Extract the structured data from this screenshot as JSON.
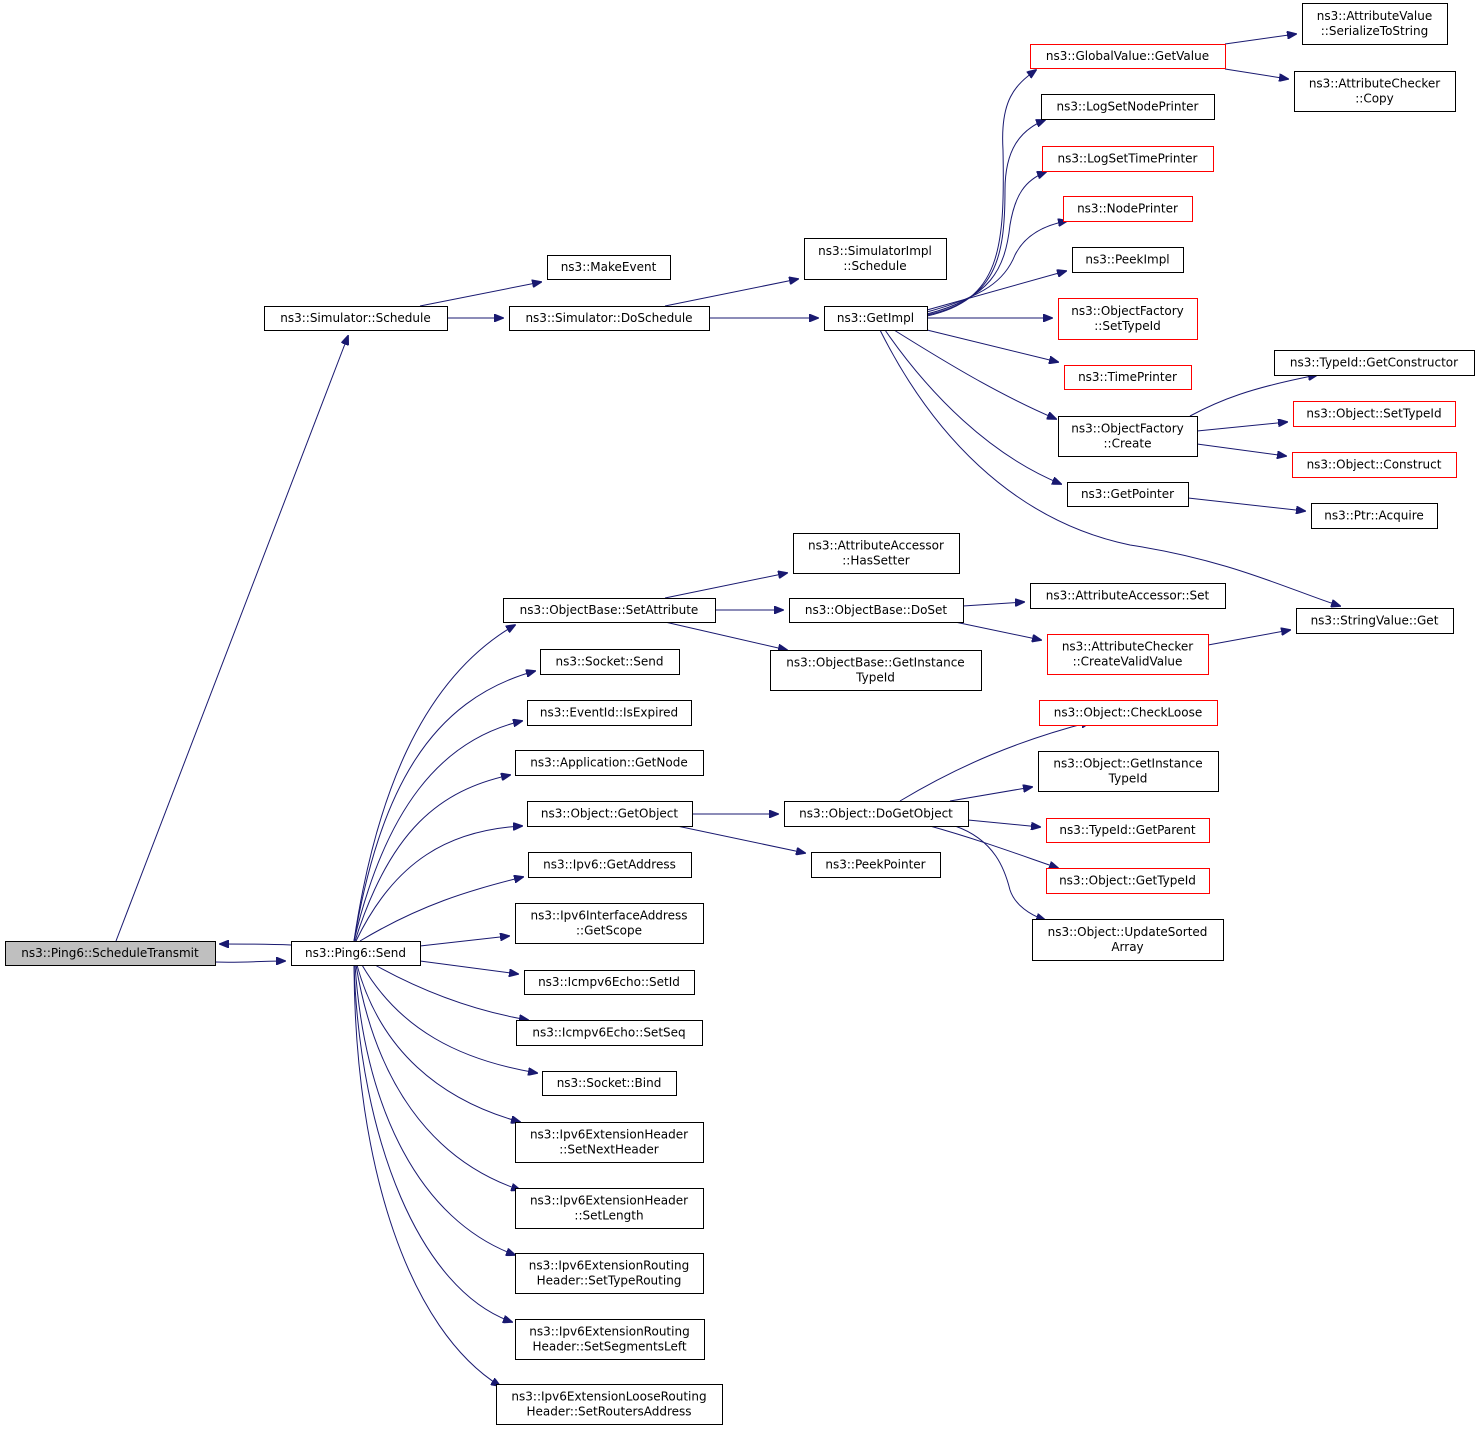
{
  "colors": {
    "edge": "#191970",
    "border": "#000000",
    "border_red": "#ff0000",
    "root_fill": "#bfbfbf",
    "background": "#ffffff"
  },
  "nodes": {
    "schedule_transmit": {
      "lines": [
        "ns3::Ping6::ScheduleTransmit"
      ],
      "root": true
    },
    "ping6_send": {
      "lines": [
        "ns3::Ping6::Send"
      ]
    },
    "simulator_schedule": {
      "lines": [
        "ns3::Simulator::Schedule"
      ]
    },
    "make_event": {
      "lines": [
        "ns3::MakeEvent"
      ]
    },
    "simulator_doschedule": {
      "lines": [
        "ns3::Simulator::DoSchedule"
      ]
    },
    "simulatorimpl_schedule": {
      "lines": [
        "ns3::SimulatorImpl",
        "::Schedule"
      ]
    },
    "get_impl": {
      "lines": [
        "ns3::GetImpl"
      ]
    },
    "globalvalue_getvalue": {
      "lines": [
        "ns3::GlobalValue::GetValue"
      ],
      "red": true
    },
    "attributevalue_serialize": {
      "lines": [
        "ns3::AttributeValue",
        "::SerializeToString"
      ]
    },
    "attributechecker_copy": {
      "lines": [
        "ns3::AttributeChecker",
        "::Copy"
      ]
    },
    "logsetnodeprinter": {
      "lines": [
        "ns3::LogSetNodePrinter"
      ]
    },
    "logsettimeprinter": {
      "lines": [
        "ns3::LogSetTimePrinter"
      ],
      "red": true
    },
    "nodeprinter": {
      "lines": [
        "ns3::NodePrinter"
      ],
      "red": true
    },
    "peekimpl": {
      "lines": [
        "ns3::PeekImpl"
      ]
    },
    "objectfactory_settypeid": {
      "lines": [
        "ns3::ObjectFactory",
        "::SetTypeId"
      ],
      "red": true
    },
    "timeprinter": {
      "lines": [
        "ns3::TimePrinter"
      ],
      "red": true
    },
    "objectfactory_create": {
      "lines": [
        "ns3::ObjectFactory",
        "::Create"
      ]
    },
    "typeid_getconstructor": {
      "lines": [
        "ns3::TypeId::GetConstructor"
      ]
    },
    "object_settypeid": {
      "lines": [
        "ns3::Object::SetTypeId"
      ],
      "red": true
    },
    "object_construct": {
      "lines": [
        "ns3::Object::Construct"
      ],
      "red": true
    },
    "getpointer": {
      "lines": [
        "ns3::GetPointer"
      ]
    },
    "ptr_acquire": {
      "lines": [
        "ns3::Ptr::Acquire"
      ]
    },
    "stringvalue_get": {
      "lines": [
        "ns3::StringValue::Get"
      ]
    },
    "attributeaccessor_hassetter": {
      "lines": [
        "ns3::AttributeAccessor",
        "::HasSetter"
      ]
    },
    "objectbase_setattribute": {
      "lines": [
        "ns3::ObjectBase::SetAttribute"
      ]
    },
    "objectbase_doset": {
      "lines": [
        "ns3::ObjectBase::DoSet"
      ]
    },
    "attributeaccessor_set": {
      "lines": [
        "ns3::AttributeAccessor::Set"
      ]
    },
    "attributechecker_createvalidvalue": {
      "lines": [
        "ns3::AttributeChecker",
        "::CreateValidValue"
      ],
      "red": true
    },
    "objectbase_getinstancetypeid": {
      "lines": [
        "ns3::ObjectBase::GetInstance",
        "TypeId"
      ]
    },
    "socket_send": {
      "lines": [
        "ns3::Socket::Send"
      ]
    },
    "eventid_isexpired": {
      "lines": [
        "ns3::EventId::IsExpired"
      ]
    },
    "application_getnode": {
      "lines": [
        "ns3::Application::GetNode"
      ]
    },
    "object_getobject": {
      "lines": [
        "ns3::Object::GetObject"
      ]
    },
    "object_dogetobject": {
      "lines": [
        "ns3::Object::DoGetObject"
      ]
    },
    "peekpointer": {
      "lines": [
        "ns3::PeekPointer"
      ]
    },
    "object_checkloose": {
      "lines": [
        "ns3::Object::CheckLoose"
      ],
      "red": true
    },
    "object_getinstancetypeid": {
      "lines": [
        "ns3::Object::GetInstance",
        "TypeId"
      ]
    },
    "typeid_getparent": {
      "lines": [
        "ns3::TypeId::GetParent"
      ],
      "red": true
    },
    "object_gettypeid": {
      "lines": [
        "ns3::Object::GetTypeId"
      ],
      "red": true
    },
    "object_updatesortedarray": {
      "lines": [
        "ns3::Object::UpdateSorted",
        "Array"
      ]
    },
    "ipv6_getaddress": {
      "lines": [
        "ns3::Ipv6::GetAddress"
      ]
    },
    "ipv6interfaceaddress_getscope": {
      "lines": [
        "ns3::Ipv6InterfaceAddress",
        "::GetScope"
      ]
    },
    "icmpv6echo_setid": {
      "lines": [
        "ns3::Icmpv6Echo::SetId"
      ]
    },
    "icmpv6echo_setseq": {
      "lines": [
        "ns3::Icmpv6Echo::SetSeq"
      ]
    },
    "socket_bind": {
      "lines": [
        "ns3::Socket::Bind"
      ]
    },
    "ipv6extheader_setnextheader": {
      "lines": [
        "ns3::Ipv6ExtensionHeader",
        "::SetNextHeader"
      ]
    },
    "ipv6extheader_setlength": {
      "lines": [
        "ns3::Ipv6ExtensionHeader",
        "::SetLength"
      ]
    },
    "ipv6extrouting_settyperouting": {
      "lines": [
        "ns3::Ipv6ExtensionRouting",
        "Header::SetTypeRouting"
      ]
    },
    "ipv6extrouting_setsegmentsleft": {
      "lines": [
        "ns3::Ipv6ExtensionRouting",
        "Header::SetSegmentsLeft"
      ]
    },
    "ipv6extlooserouting_setroutersaddress": {
      "lines": [
        "ns3::Ipv6ExtensionLooseRouting",
        "Header::SetRoutersAddress"
      ]
    }
  },
  "edges": [
    [
      "schedule_transmit",
      "simulator_schedule"
    ],
    [
      "schedule_transmit",
      "ping6_send"
    ],
    [
      "ping6_send",
      "schedule_transmit"
    ],
    [
      "simulator_schedule",
      "make_event"
    ],
    [
      "simulator_schedule",
      "simulator_doschedule"
    ],
    [
      "simulator_doschedule",
      "simulatorimpl_schedule"
    ],
    [
      "simulator_doschedule",
      "get_impl"
    ],
    [
      "get_impl",
      "globalvalue_getvalue"
    ],
    [
      "get_impl",
      "logsetnodeprinter"
    ],
    [
      "get_impl",
      "logsettimeprinter"
    ],
    [
      "get_impl",
      "nodeprinter"
    ],
    [
      "get_impl",
      "peekimpl"
    ],
    [
      "get_impl",
      "objectfactory_settypeid"
    ],
    [
      "get_impl",
      "timeprinter"
    ],
    [
      "get_impl",
      "objectfactory_create"
    ],
    [
      "get_impl",
      "getpointer"
    ],
    [
      "get_impl",
      "stringvalue_get"
    ],
    [
      "globalvalue_getvalue",
      "attributevalue_serialize"
    ],
    [
      "globalvalue_getvalue",
      "attributechecker_copy"
    ],
    [
      "objectfactory_create",
      "typeid_getconstructor"
    ],
    [
      "objectfactory_create",
      "object_settypeid"
    ],
    [
      "objectfactory_create",
      "object_construct"
    ],
    [
      "getpointer",
      "ptr_acquire"
    ],
    [
      "ping6_send",
      "objectbase_setattribute"
    ],
    [
      "ping6_send",
      "socket_send"
    ],
    [
      "ping6_send",
      "eventid_isexpired"
    ],
    [
      "ping6_send",
      "application_getnode"
    ],
    [
      "ping6_send",
      "object_getobject"
    ],
    [
      "ping6_send",
      "ipv6_getaddress"
    ],
    [
      "ping6_send",
      "ipv6interfaceaddress_getscope"
    ],
    [
      "ping6_send",
      "icmpv6echo_setid"
    ],
    [
      "ping6_send",
      "icmpv6echo_setseq"
    ],
    [
      "ping6_send",
      "socket_bind"
    ],
    [
      "ping6_send",
      "ipv6extheader_setnextheader"
    ],
    [
      "ping6_send",
      "ipv6extheader_setlength"
    ],
    [
      "ping6_send",
      "ipv6extrouting_settyperouting"
    ],
    [
      "ping6_send",
      "ipv6extrouting_setsegmentsleft"
    ],
    [
      "ping6_send",
      "ipv6extlooserouting_setroutersaddress"
    ],
    [
      "objectbase_setattribute",
      "attributeaccessor_hassetter"
    ],
    [
      "objectbase_setattribute",
      "objectbase_doset"
    ],
    [
      "objectbase_setattribute",
      "objectbase_getinstancetypeid"
    ],
    [
      "objectbase_doset",
      "attributeaccessor_set"
    ],
    [
      "objectbase_doset",
      "attributechecker_createvalidvalue"
    ],
    [
      "attributechecker_createvalidvalue",
      "stringvalue_get"
    ],
    [
      "object_getobject",
      "object_dogetobject"
    ],
    [
      "object_getobject",
      "peekpointer"
    ],
    [
      "object_dogetobject",
      "object_checkloose"
    ],
    [
      "object_dogetobject",
      "object_getinstancetypeid"
    ],
    [
      "object_dogetobject",
      "typeid_getparent"
    ],
    [
      "object_dogetobject",
      "object_gettypeid"
    ],
    [
      "object_dogetobject",
      "object_updatesortedarray"
    ]
  ]
}
